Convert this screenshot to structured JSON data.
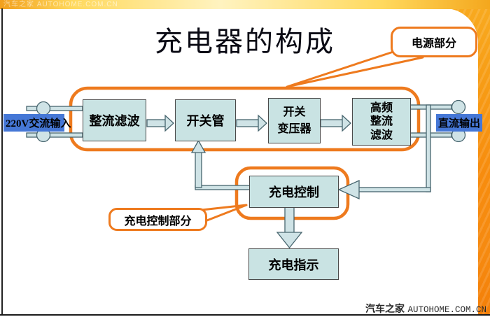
{
  "title": "充电器的构成",
  "watermark_top": "汽车之家 AUTOHOME.COM.CN",
  "labels": {
    "ac_input": "220V交流输入",
    "dc_output": "直流输出"
  },
  "callouts": {
    "power_section": "电源部分",
    "charge_control_section": "充电控制部分"
  },
  "blocks": {
    "rectifier_filter": "整流滤波",
    "switch_tube": "开关管",
    "switch_transformer": "开关\n变压器",
    "hf_rectifier_filter": "高频\n整流\n滤波",
    "charge_control": "充电控制",
    "charge_indicator": "充电指示"
  },
  "footer": {
    "brand": "汽车之家",
    "domain": "AUTOHOME.COM.CN"
  },
  "colors": {
    "accent_orange": "#ee7a1e",
    "block_fill": "#c9e3e3",
    "block_border": "#4a4a4a",
    "highlight_blue": "#4577d6",
    "connector_fill": "#cfe3e6",
    "connector_stroke": "#47656e",
    "top_bar_yellow": "#ffd95e",
    "side_strip_orange": "#f78c0e"
  }
}
